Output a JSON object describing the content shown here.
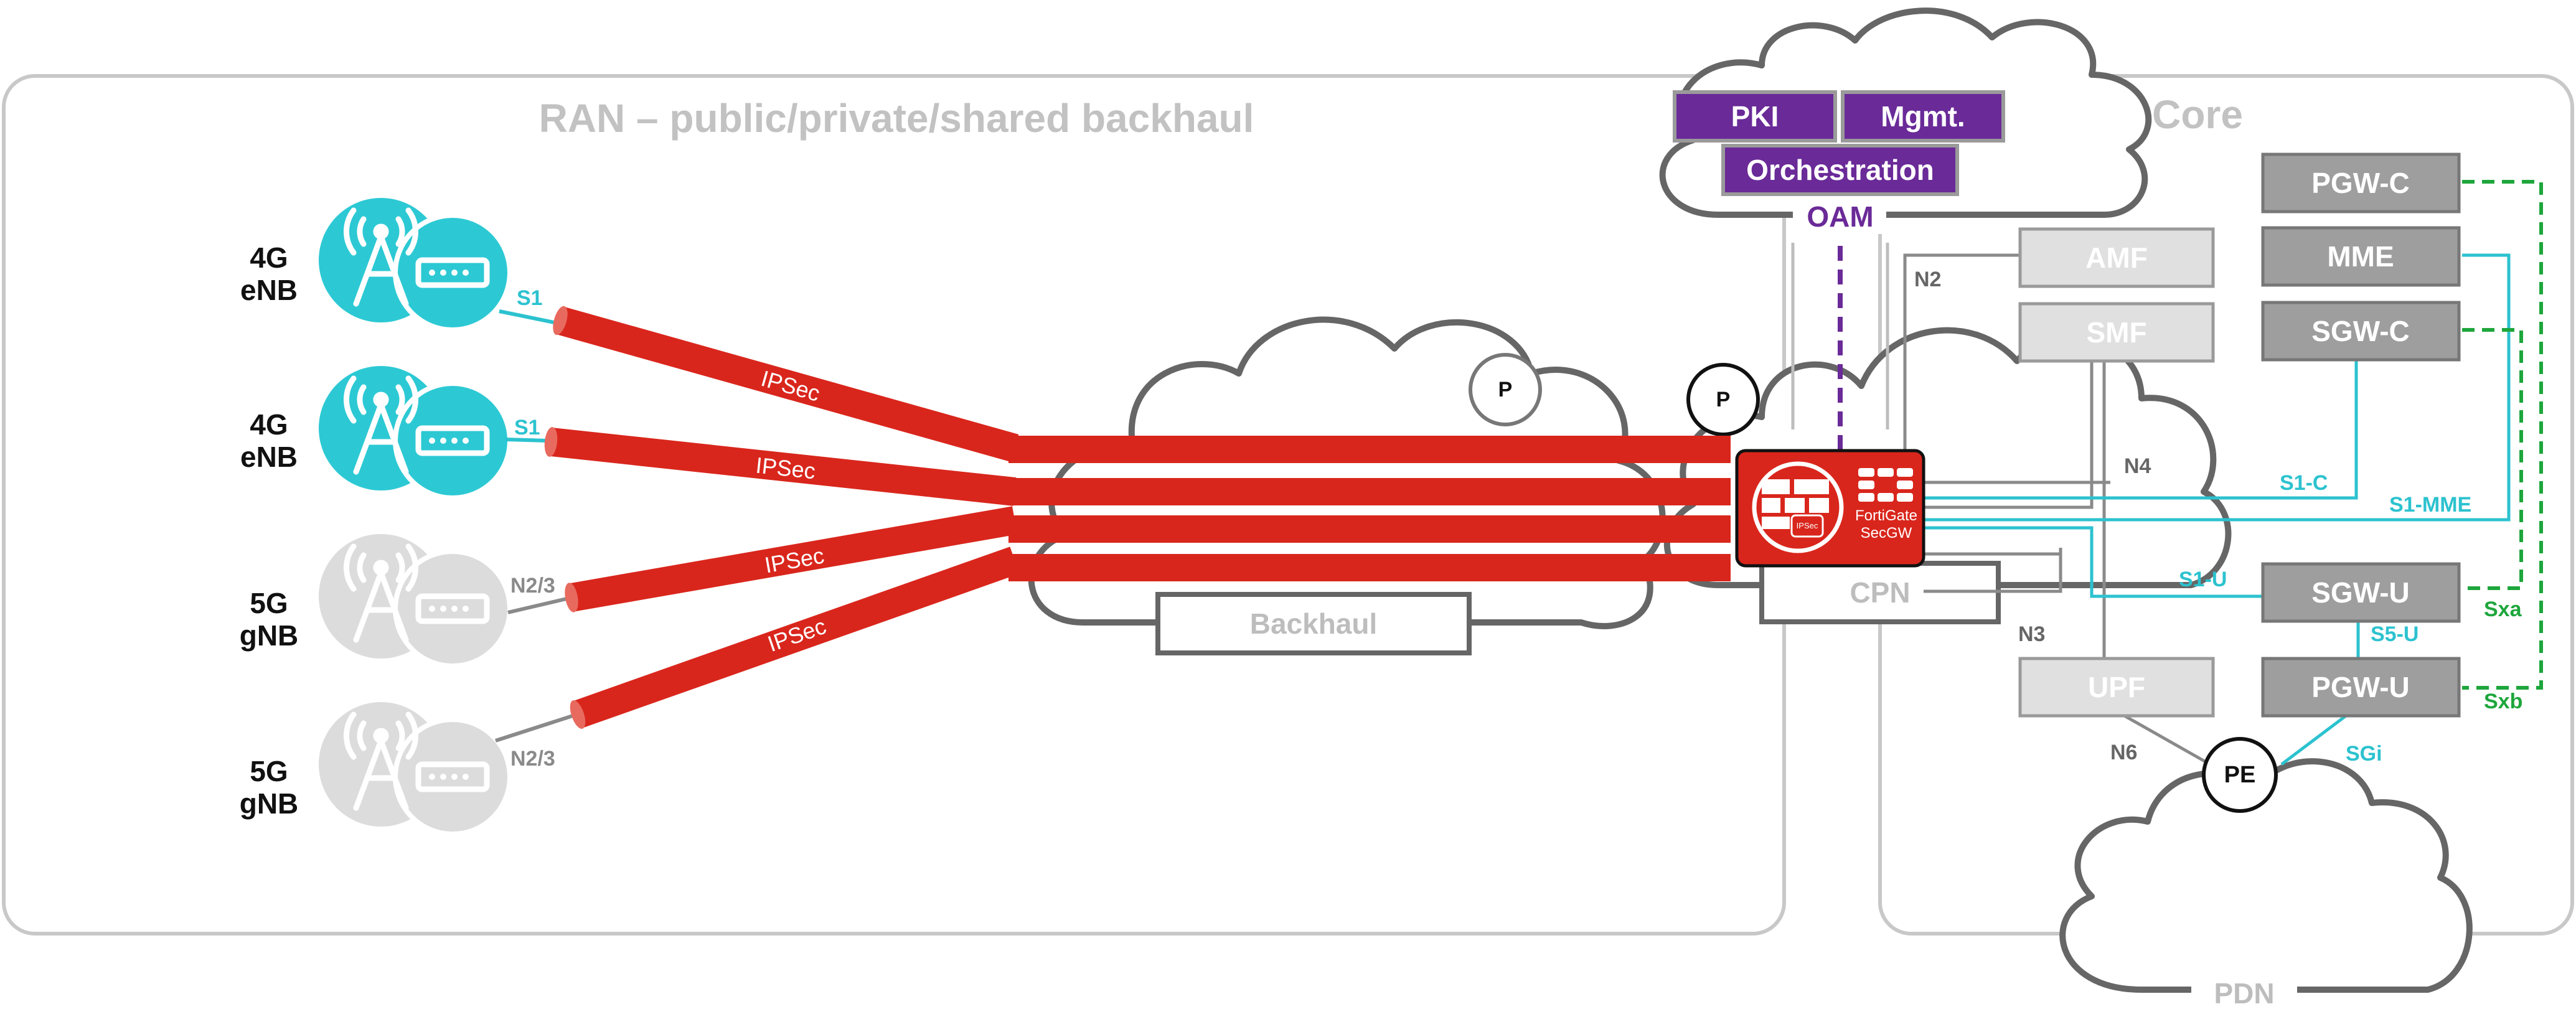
{
  "regions": {
    "ran_title": "RAN – public/private/shared backhaul",
    "core_title": "Core"
  },
  "sites": [
    {
      "line1": "4G",
      "line2": "eNB",
      "iface": "S1",
      "active": true
    },
    {
      "line1": "4G",
      "line2": "eNB",
      "iface": "S1",
      "active": true
    },
    {
      "line1": "5G",
      "line2": "gNB",
      "iface": "N2/3",
      "active": false
    },
    {
      "line1": "5G",
      "line2": "gNB",
      "iface": "N2/3",
      "active": false
    }
  ],
  "tunnel_label": "IPSec",
  "backhaul_label": "Backhaul",
  "p_router_label": "P",
  "oam": {
    "pki": "PKI",
    "mgmt": "Mgmt.",
    "orchestration": "Orchestration",
    "label": "OAM"
  },
  "secgw": {
    "line1": "FortiGate",
    "line2": "SecGW",
    "badge": "IPSec"
  },
  "cpn_label": "CPN",
  "core": {
    "amf": "AMF",
    "smf": "SMF",
    "upf": "UPF",
    "pgw_c": "PGW-C",
    "mme": "MME",
    "sgw_c": "SGW-C",
    "sgw_u": "SGW-U",
    "pgw_u": "PGW-U",
    "pe": "PE",
    "pdn": "PDN"
  },
  "interfaces": {
    "n2": "N2",
    "n3": "N3",
    "n4": "N4",
    "n6": "N6",
    "s1c": "S1-C",
    "s1mme": "S1-MME",
    "s1u": "S1-U",
    "s5u": "S5-U",
    "sgi": "SGi",
    "sxa": "Sxa",
    "sxb": "Sxb"
  },
  "colors": {
    "tunnel": "#d9261c",
    "active_site": "#2cc9d4",
    "inactive_site": "#dcdcdc",
    "oam": "#6a2a98",
    "control_link": "#2cc2cf",
    "sx_link": "#1ea63c",
    "grey_link": "#8a8a8a"
  }
}
